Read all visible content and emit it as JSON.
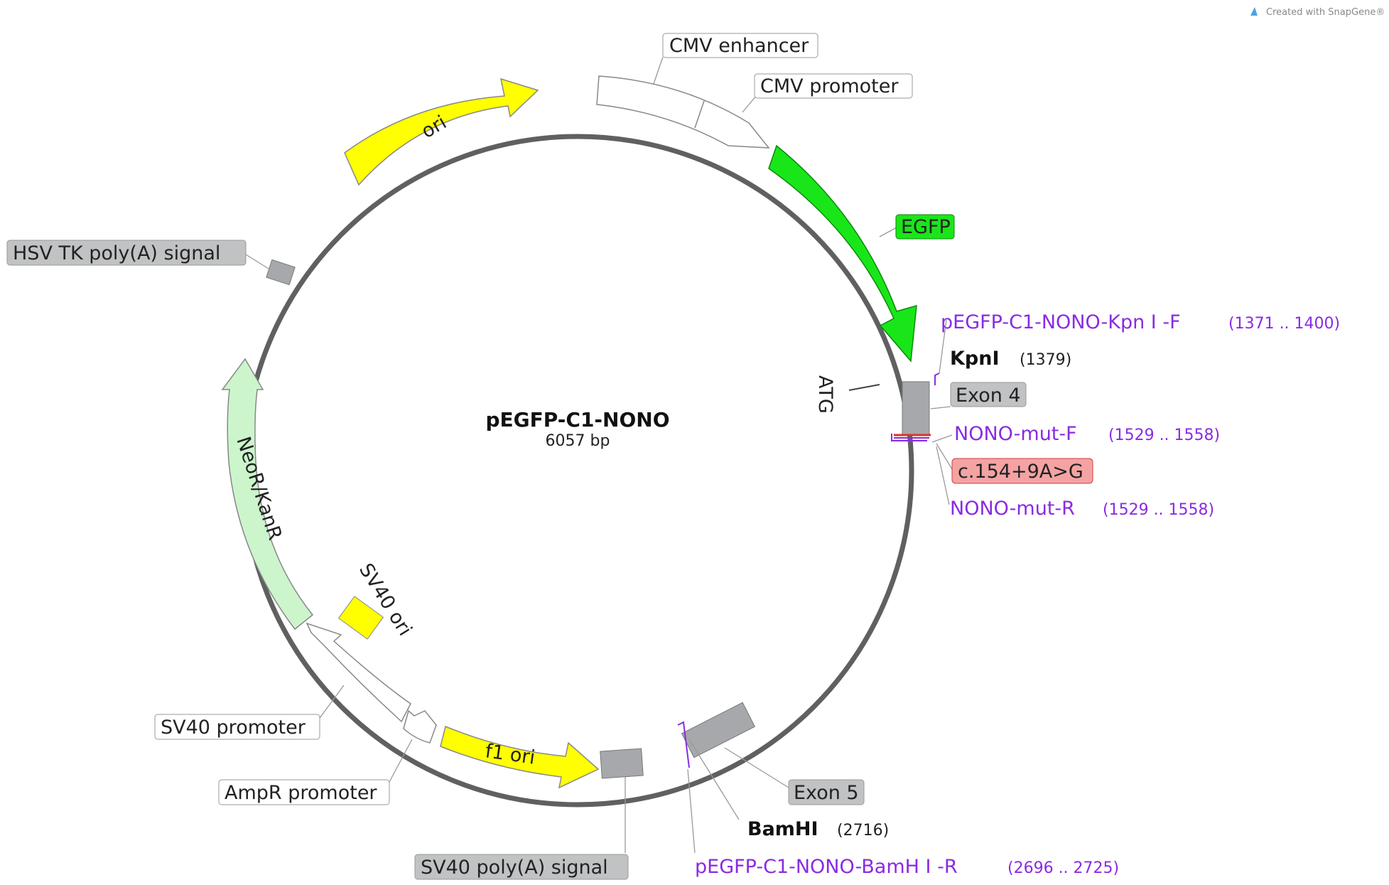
{
  "watermark": "Created with SnapGene®",
  "plasmid": {
    "name": "pEGFP-C1-NONO",
    "size": "6057 bp"
  },
  "features": {
    "cmv_enhancer": "CMV enhancer",
    "cmv_promoter": "CMV promoter",
    "egfp": "EGFP",
    "ori": "ori",
    "hsv_tk": "HSV TK poly(A) signal",
    "neor": "NeoR/KanR",
    "sv40_ori": "SV40 ori",
    "sv40_promoter": "SV40 promoter",
    "ampr_promoter": "AmpR promoter",
    "f1_ori": "f1 ori",
    "sv40_polya": "SV40 poly(A) signal",
    "exon4": "Exon 4",
    "exon5": "Exon 5",
    "atg": "ATG",
    "mutation": "c.154+9A>G"
  },
  "primers": {
    "kpn_f": {
      "name": "pEGFP-C1-NONO-Kpn Ⅰ -F",
      "range": "(1371 .. 1400)"
    },
    "mut_f": {
      "name": "NONO-mut-F",
      "range": "(1529 .. 1558)"
    },
    "mut_r": {
      "name": "NONO-mut-R",
      "range": "(1529 .. 1558)"
    },
    "bam_r": {
      "name": "pEGFP-C1-NONO-BamH Ⅰ -R",
      "range": "(2696 .. 2725)"
    }
  },
  "sites": {
    "kpni": {
      "name": "KpnI",
      "pos": "(1379)"
    },
    "bamhi": {
      "name": "BamHI",
      "pos": "(2716)"
    }
  },
  "colors": {
    "backbone": "#606060",
    "egfp": "#19e619",
    "yellow": "#ffff00",
    "neor": "#ccf5cc",
    "grey_box": "#a6a8ab",
    "primer": "#8a2be2",
    "mutation": "#f4a3a3"
  }
}
